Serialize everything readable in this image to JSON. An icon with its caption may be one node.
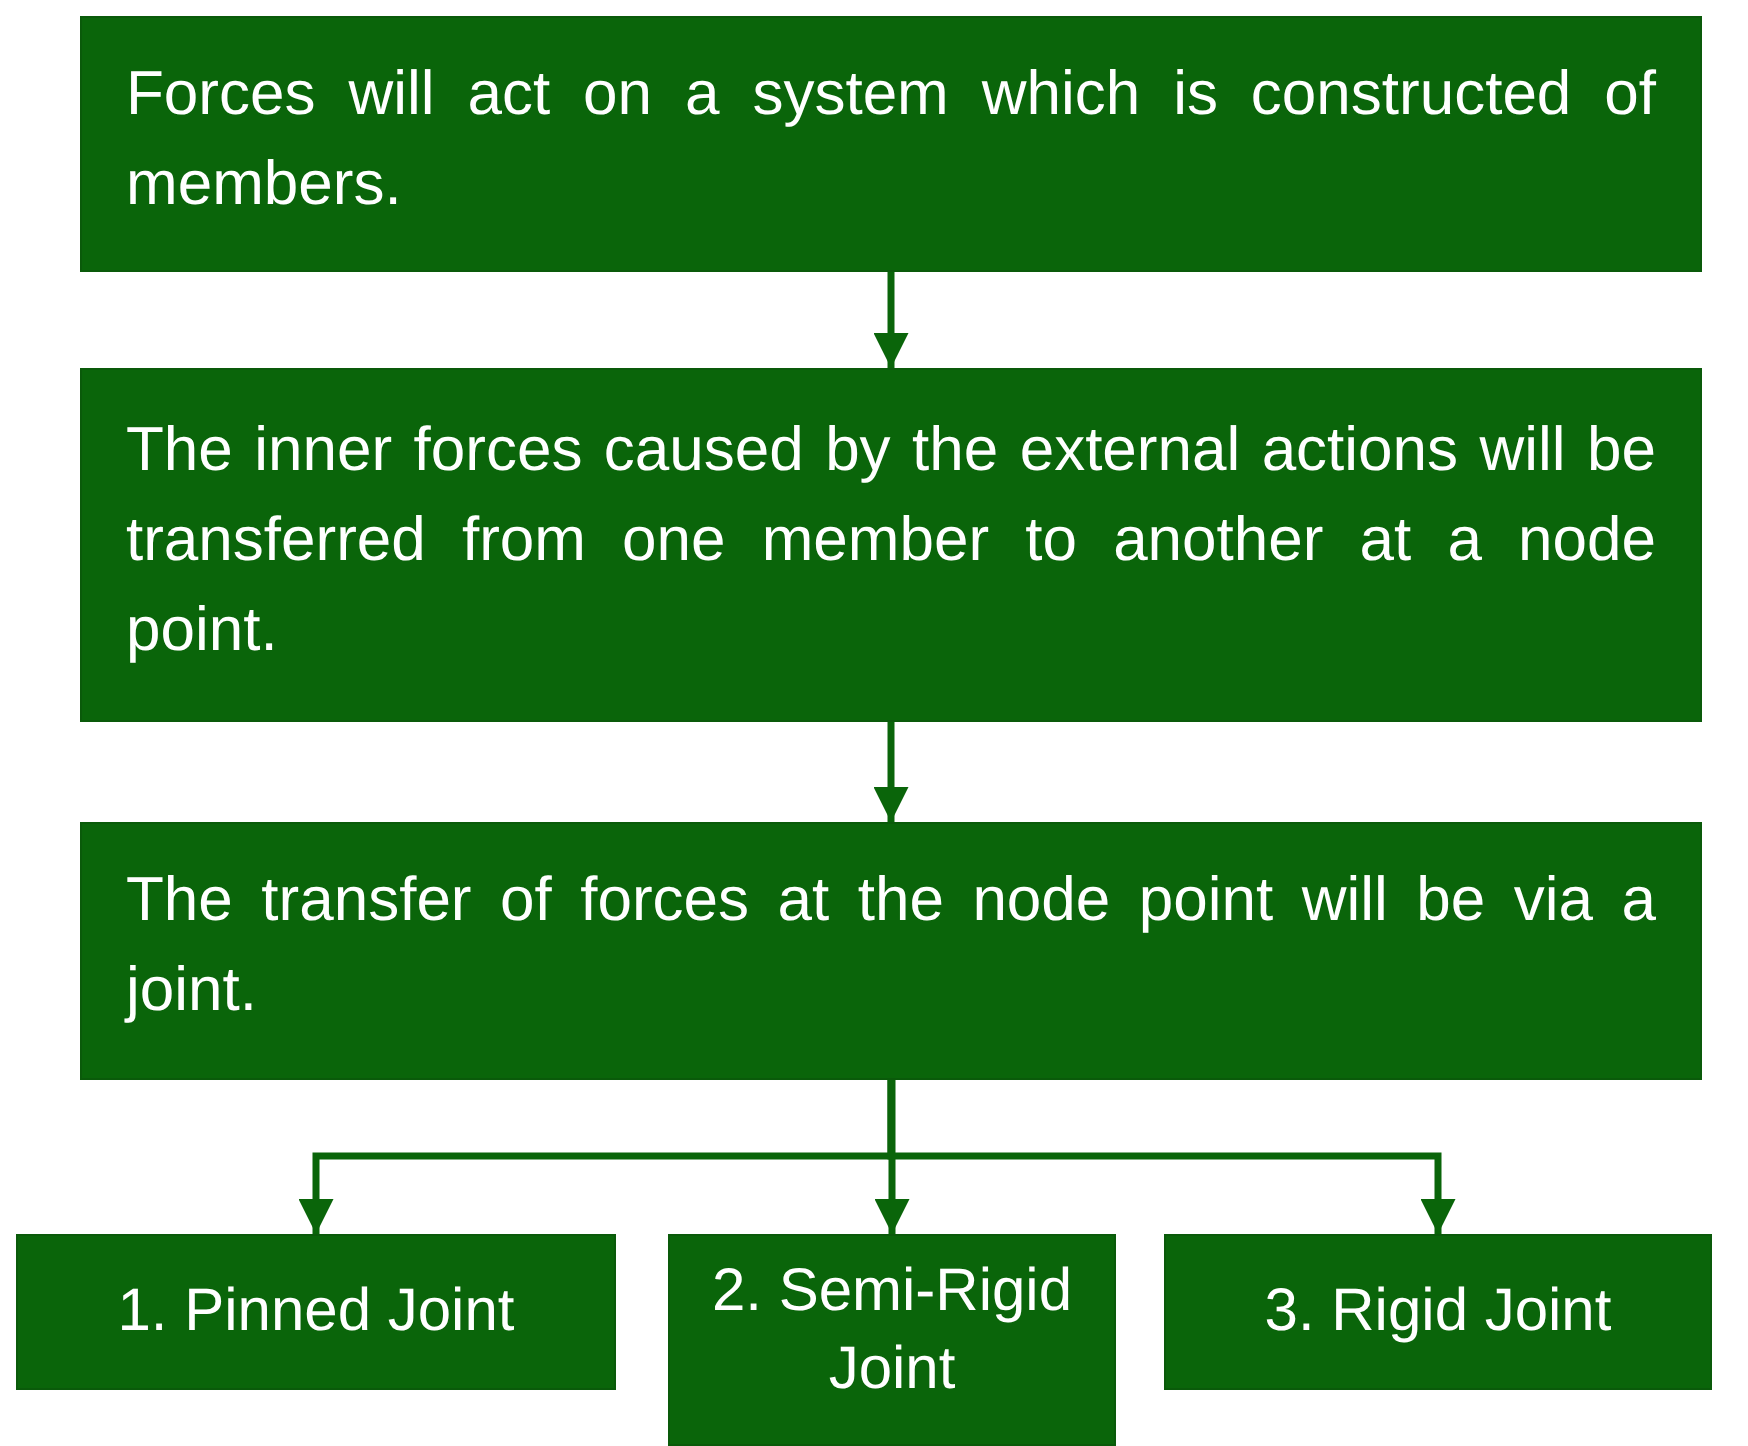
{
  "diagram": {
    "nodes": [
      {
        "text": [
          "Forces will act on a system which is constructed of members."
        ]
      },
      {
        "text": [
          "The inner forces caused by the external actions will be transferred from one member to another at a node point."
        ]
      },
      {
        "text": [
          "The transfer of forces at the node point will be via a joint."
        ]
      },
      {
        "text": [
          "1. Pinned Joint"
        ]
      },
      {
        "text": [
          "2. Semi-Rigid Joint"
        ]
      },
      {
        "text": [
          "3. Rigid Joint"
        ]
      }
    ],
    "edges": [
      {
        "from": 0,
        "to": 1,
        "arrow": "to"
      },
      {
        "from": 1,
        "to": 2,
        "arrow": "to"
      },
      {
        "from": 2,
        "to": 3,
        "arrow": "to"
      },
      {
        "from": 2,
        "to": 4,
        "arrow": "to"
      },
      {
        "from": 2,
        "to": 5,
        "arrow": "to"
      }
    ]
  }
}
